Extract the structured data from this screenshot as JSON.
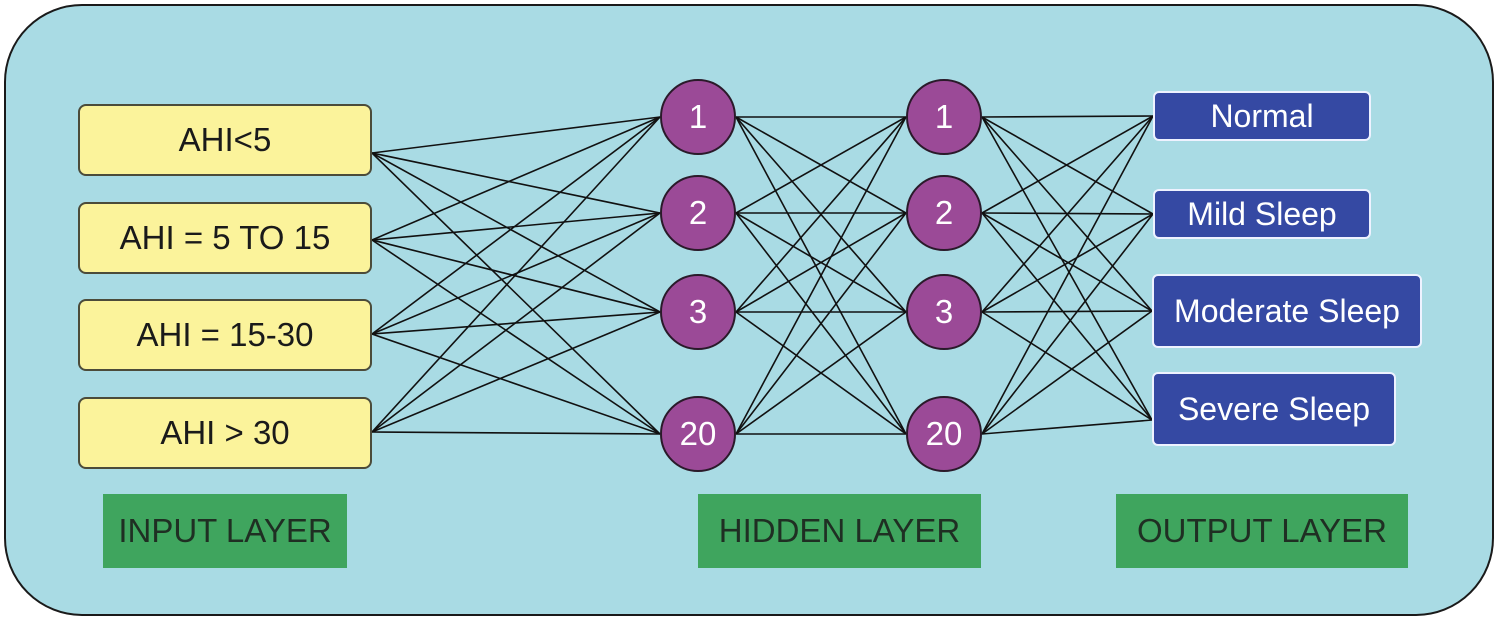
{
  "inputs": [
    "AHI<5",
    "AHI = 5 TO 15",
    "AHI = 15-30",
    "AHI > 30"
  ],
  "hidden1": [
    "1",
    "2",
    "3",
    "20"
  ],
  "hidden2": [
    "1",
    "2",
    "3",
    "20"
  ],
  "outputs": [
    "Normal",
    "Mild Sleep",
    "Moderate Sleep",
    "Severe Sleep"
  ],
  "labels": {
    "input": "INPUT LAYER",
    "hidden": "HIDDEN LAYER",
    "output": "OUTPUT LAYER"
  },
  "colors": {
    "background": "#a9dbe4",
    "input_box": "#fbf39b",
    "node": "#9b4a97",
    "output_box": "#3549a3",
    "layer_label": "#3fa55e"
  }
}
